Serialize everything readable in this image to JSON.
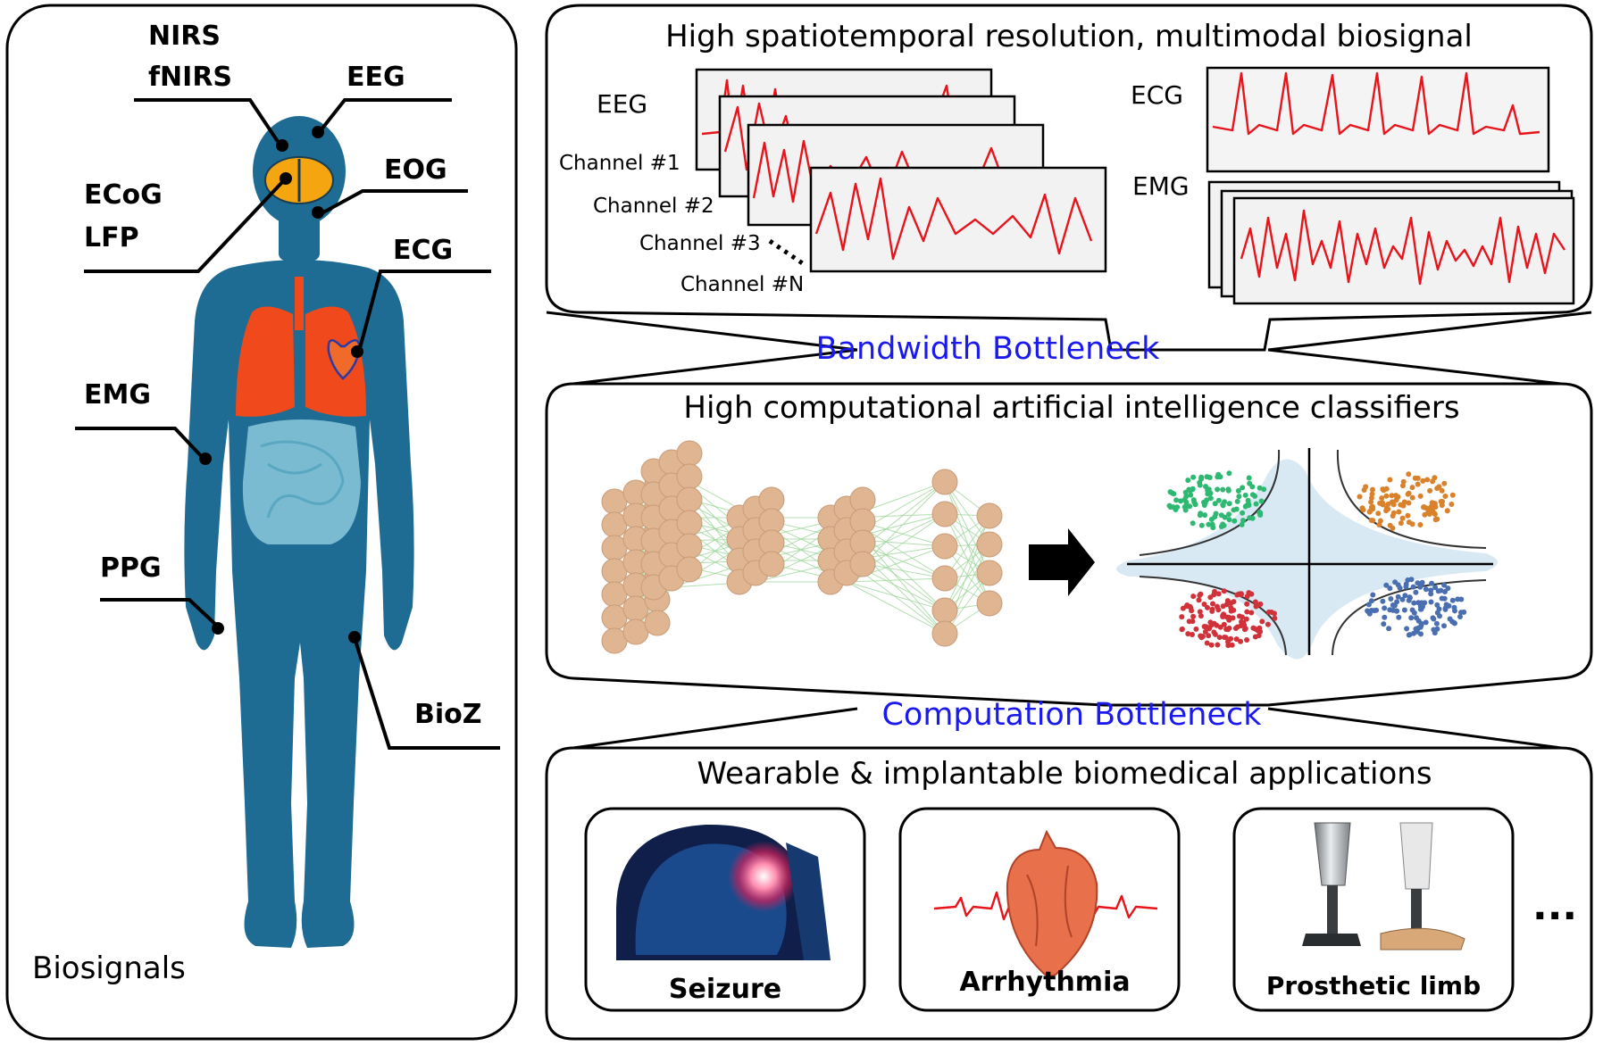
{
  "left_panel": {
    "caption": "Biosignals",
    "labels": {
      "nirs": "NIRS",
      "fnirs": "fNIRS",
      "eeg": "EEG",
      "eog": "EOG",
      "ecog": "ECoG",
      "lfp": "LFP",
      "ecg": "ECG",
      "emg": "EMG",
      "ppg": "PPG",
      "bioz": "BioZ"
    }
  },
  "top_section": {
    "title": "High spatiotemporal resolution, multimodal biosignal",
    "eeg_label": "EEG",
    "channels": [
      "Channel #1",
      "Channel #2",
      "Channel #3",
      "Channel #N"
    ],
    "ecg_label": "ECG",
    "emg_label": "EMG"
  },
  "bottleneck_1": "Bandwidth Bottleneck",
  "middle_section": {
    "title": "High computational artificial intelligence classifiers"
  },
  "bottleneck_2": "Computation Bottleneck",
  "bottom_section": {
    "title": "Wearable & implantable biomedical applications",
    "apps": [
      "Seizure",
      "Arrhythmia",
      "Prosthetic limb"
    ],
    "more": "..."
  },
  "colors": {
    "body": "#1e6b93",
    "lungs": "#f04a1c",
    "brain": "#f5a50f",
    "intestine": "#8bc9dc",
    "signal": "#e8141b",
    "bottleneck_text": "#1a1aee",
    "node": "#e0b592",
    "cluster_green": "#2eb872",
    "cluster_orange": "#d9822b",
    "cluster_red": "#d1323a",
    "cluster_blue": "#4a6fb0"
  },
  "icons": [
    "brain-pain-icon",
    "heart-icon",
    "prosthetic-limb-icon",
    "right-arrow-icon"
  ]
}
